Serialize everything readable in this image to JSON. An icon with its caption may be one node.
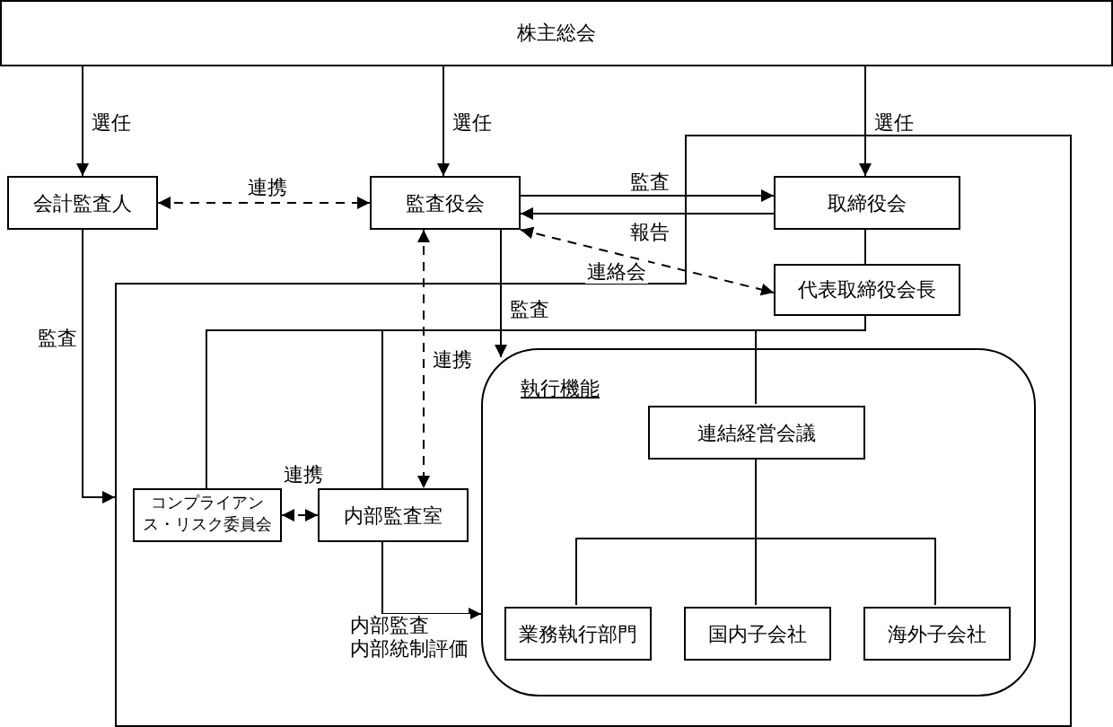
{
  "diagram": {
    "nodes": [
      {
        "text": [
          "株主総会"
        ]
      },
      {
        "text": [
          "会計監査人"
        ]
      },
      {
        "text": [
          "監査役会"
        ]
      },
      {
        "text": [],
        "shape": "box"
      },
      {
        "text": [
          "取締役会"
        ],
        "in": 3
      },
      {
        "text": [
          "代表取締役会長"
        ],
        "in": 3
      },
      {
        "text": [
          "コンプライアンス・リスク委員会"
        ],
        "in": 3
      },
      {
        "text": [
          "内部監査室"
        ],
        "in": 3
      },
      {
        "text": [
          "執行機能"
        ],
        "in": 3
      },
      {
        "text": [
          "連結経営会議"
        ],
        "in": 8
      },
      {
        "text": [
          "業務執行部門"
        ],
        "in": 8
      },
      {
        "text": [
          "国内子会社"
        ],
        "in": 8
      },
      {
        "text": [
          "海外子会社"
        ],
        "in": 8
      }
    ],
    "edges": [
      {
        "from": 0,
        "to": 1,
        "arrow": "to",
        "label": "選任"
      },
      {
        "from": 0,
        "to": 2,
        "arrow": "to",
        "label": "選任"
      },
      {
        "from": 0,
        "to": 4,
        "arrow": "to",
        "label": "選任"
      },
      {
        "from": 1,
        "to": 2,
        "arrow": "both",
        "style": "dashed",
        "label": "連携"
      },
      {
        "from": 2,
        "to": 4,
        "arrow": "to",
        "label": "監査"
      },
      {
        "from": 4,
        "to": 2,
        "arrow": "to",
        "label": "報告"
      },
      {
        "from": 2,
        "to": 5,
        "arrow": "both",
        "style": "dashed",
        "label": "連絡会"
      },
      {
        "from": 4,
        "to": 5,
        "arrow": "none"
      },
      {
        "from": 2,
        "to": 7,
        "arrow": "both",
        "style": "dashed",
        "label": "連携"
      },
      {
        "from": 2,
        "to": 8,
        "arrow": "to",
        "label": "監査"
      },
      {
        "from": 1,
        "to": 3,
        "arrow": "to",
        "label": "監査"
      },
      {
        "from": 6,
        "to": 7,
        "arrow": "both",
        "style": "dashed",
        "label": "連携"
      },
      {
        "from": 7,
        "to": 8,
        "arrow": "to",
        "label": "内部監査内部統制評価"
      },
      {
        "from": 5,
        "to": 6,
        "arrow": "none"
      },
      {
        "from": 5,
        "to": 7,
        "arrow": "none"
      },
      {
        "from": 5,
        "to": 9,
        "arrow": "none"
      },
      {
        "from": 9,
        "to": 10,
        "arrow": "none"
      },
      {
        "from": 9,
        "to": 11,
        "arrow": "none"
      },
      {
        "from": 9,
        "to": 12,
        "arrow": "none"
      }
    ]
  }
}
